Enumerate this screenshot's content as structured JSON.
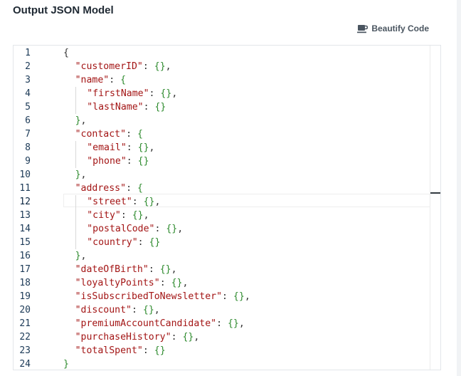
{
  "header": {
    "title": "Output JSON Model",
    "beautify_label": "Beautify Code",
    "beautify_icon": "coffee-cup-icon"
  },
  "editor": {
    "active_line": 12,
    "lines": [
      {
        "n": "1",
        "indent": 0,
        "tokens": [
          [
            "p",
            "{"
          ]
        ]
      },
      {
        "n": "2",
        "indent": 1,
        "tokens": [
          [
            "k",
            "\"customerID\""
          ],
          [
            "p",
            ": "
          ],
          [
            "b",
            "{}"
          ],
          [
            "p",
            ","
          ]
        ]
      },
      {
        "n": "3",
        "indent": 1,
        "tokens": [
          [
            "k",
            "\"name\""
          ],
          [
            "p",
            ": "
          ],
          [
            "b",
            "{"
          ]
        ]
      },
      {
        "n": "4",
        "indent": 2,
        "tokens": [
          [
            "k",
            "\"firstName\""
          ],
          [
            "p",
            ": "
          ],
          [
            "b",
            "{}"
          ],
          [
            "p",
            ","
          ]
        ]
      },
      {
        "n": "5",
        "indent": 2,
        "tokens": [
          [
            "k",
            "\"lastName\""
          ],
          [
            "p",
            ": "
          ],
          [
            "b",
            "{}"
          ]
        ]
      },
      {
        "n": "6",
        "indent": 1,
        "tokens": [
          [
            "b",
            "}"
          ],
          [
            "p",
            ","
          ]
        ]
      },
      {
        "n": "7",
        "indent": 1,
        "tokens": [
          [
            "k",
            "\"contact\""
          ],
          [
            "p",
            ": "
          ],
          [
            "b",
            "{"
          ]
        ]
      },
      {
        "n": "8",
        "indent": 2,
        "tokens": [
          [
            "k",
            "\"email\""
          ],
          [
            "p",
            ": "
          ],
          [
            "b",
            "{}"
          ],
          [
            "p",
            ","
          ]
        ]
      },
      {
        "n": "9",
        "indent": 2,
        "tokens": [
          [
            "k",
            "\"phone\""
          ],
          [
            "p",
            ": "
          ],
          [
            "b",
            "{}"
          ]
        ]
      },
      {
        "n": "10",
        "indent": 1,
        "tokens": [
          [
            "b",
            "}"
          ],
          [
            "p",
            ","
          ]
        ]
      },
      {
        "n": "11",
        "indent": 1,
        "tokens": [
          [
            "k",
            "\"address\""
          ],
          [
            "p",
            ": "
          ],
          [
            "b",
            "{"
          ]
        ]
      },
      {
        "n": "12",
        "indent": 2,
        "tokens": [
          [
            "k",
            "\"street\""
          ],
          [
            "p",
            ": "
          ],
          [
            "b",
            "{}"
          ],
          [
            "p",
            ","
          ]
        ]
      },
      {
        "n": "13",
        "indent": 2,
        "tokens": [
          [
            "k",
            "\"city\""
          ],
          [
            "p",
            ": "
          ],
          [
            "b",
            "{}"
          ],
          [
            "p",
            ","
          ]
        ]
      },
      {
        "n": "14",
        "indent": 2,
        "tokens": [
          [
            "k",
            "\"postalCode\""
          ],
          [
            "p",
            ": "
          ],
          [
            "b",
            "{}"
          ],
          [
            "p",
            ","
          ]
        ]
      },
      {
        "n": "15",
        "indent": 2,
        "tokens": [
          [
            "k",
            "\"country\""
          ],
          [
            "p",
            ": "
          ],
          [
            "b",
            "{}"
          ]
        ]
      },
      {
        "n": "16",
        "indent": 1,
        "tokens": [
          [
            "b",
            "}"
          ],
          [
            "p",
            ","
          ]
        ]
      },
      {
        "n": "17",
        "indent": 1,
        "tokens": [
          [
            "k",
            "\"dateOfBirth\""
          ],
          [
            "p",
            ": "
          ],
          [
            "b",
            "{}"
          ],
          [
            "p",
            ","
          ]
        ]
      },
      {
        "n": "18",
        "indent": 1,
        "tokens": [
          [
            "k",
            "\"loyaltyPoints\""
          ],
          [
            "p",
            ": "
          ],
          [
            "b",
            "{}"
          ],
          [
            "p",
            ","
          ]
        ]
      },
      {
        "n": "19",
        "indent": 1,
        "tokens": [
          [
            "k",
            "\"isSubscribedToNewsletter\""
          ],
          [
            "p",
            ": "
          ],
          [
            "b",
            "{}"
          ],
          [
            "p",
            ","
          ]
        ]
      },
      {
        "n": "20",
        "indent": 1,
        "tokens": [
          [
            "k",
            "\"discount\""
          ],
          [
            "p",
            ": "
          ],
          [
            "b",
            "{}"
          ],
          [
            "p",
            ","
          ]
        ]
      },
      {
        "n": "21",
        "indent": 1,
        "tokens": [
          [
            "k",
            "\"premiumAccountCandidate\""
          ],
          [
            "p",
            ": "
          ],
          [
            "b",
            "{}"
          ],
          [
            "p",
            ","
          ]
        ]
      },
      {
        "n": "22",
        "indent": 1,
        "tokens": [
          [
            "k",
            "\"purchaseHistory\""
          ],
          [
            "p",
            ": "
          ],
          [
            "b",
            "{}"
          ],
          [
            "p",
            ","
          ]
        ]
      },
      {
        "n": "23",
        "indent": 1,
        "tokens": [
          [
            "k",
            "\"totalSpent\""
          ],
          [
            "p",
            ": "
          ],
          [
            "b",
            "{}"
          ]
        ]
      },
      {
        "n": "24",
        "indent": 0,
        "tokens": [
          [
            "b",
            "}"
          ]
        ]
      }
    ]
  },
  "colors": {
    "key": "#a31515",
    "brace": "#2e8b2e",
    "punct": "#333333",
    "line_number": "#1c3a57"
  }
}
